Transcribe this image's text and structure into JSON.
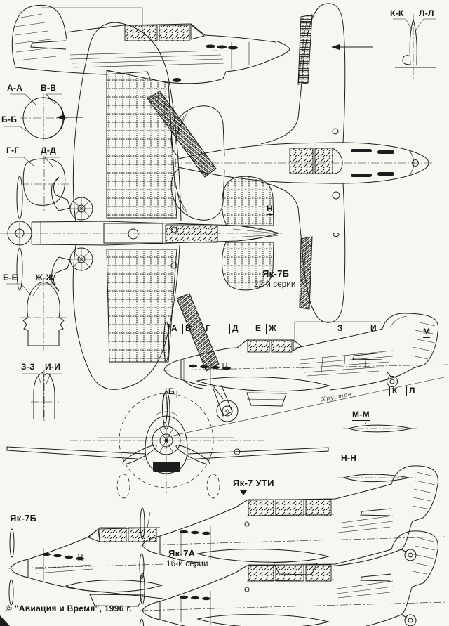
{
  "page": {
    "copyright": "©  \"Авиация и Время\", 1996 г.",
    "bg_color": "#f7f6f1",
    "ink_color": "#1c1c1c"
  },
  "cross_sections": {
    "aa": "А-А",
    "bb": "Б-Б",
    "vv": "В-В",
    "gg": "Г-Г",
    "dd": "Д-Д",
    "ee": "Е-Е",
    "zh": "Ж-Ж",
    "zz": "З-З",
    "ii": "И-И",
    "kk": "К-К",
    "ll": "Л-Л",
    "mm": "М-М",
    "nn": "Н-Н"
  },
  "stations": [
    "А",
    "В",
    "Г",
    "Д",
    "Е",
    "Ж",
    "З",
    "И"
  ],
  "marks": {
    "n": "Н",
    "m": "М",
    "b": "Б",
    "k": "К",
    "l": "Л"
  },
  "aircraft": {
    "yak7b22": {
      "name": "Як-7Б",
      "series": "22-й серии"
    },
    "yak7uti": {
      "name": "Як-7 УТИ"
    },
    "yak7b": {
      "name": "Як-7Б"
    },
    "yak7a": {
      "name": "Як-7А",
      "series": "16-й серии"
    }
  },
  "signature": "Хрустов"
}
